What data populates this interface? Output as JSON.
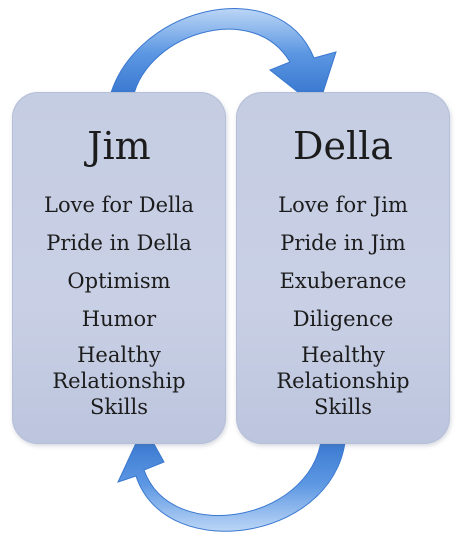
{
  "colors": {
    "card_fill": "#c7cfe4",
    "arrow_blue": "#3f7fd8",
    "text": "#1c1c1c"
  },
  "cards": {
    "left": {
      "title": "Jim",
      "traits": [
        "Love for Della",
        "Pride in Della",
        "Optimism",
        "Humor",
        "Healthy Relationship Skills"
      ]
    },
    "right": {
      "title": "Della",
      "traits": [
        "Love for Jim",
        "Pride in Jim",
        "Exuberance",
        "Diligence",
        "Healthy Relationship Skills"
      ]
    }
  },
  "connectors": [
    {
      "from": "left",
      "to": "right",
      "position": "top",
      "icon": "curved-arrow-right"
    },
    {
      "from": "right",
      "to": "left",
      "position": "bottom",
      "icon": "curved-arrow-left"
    }
  ]
}
